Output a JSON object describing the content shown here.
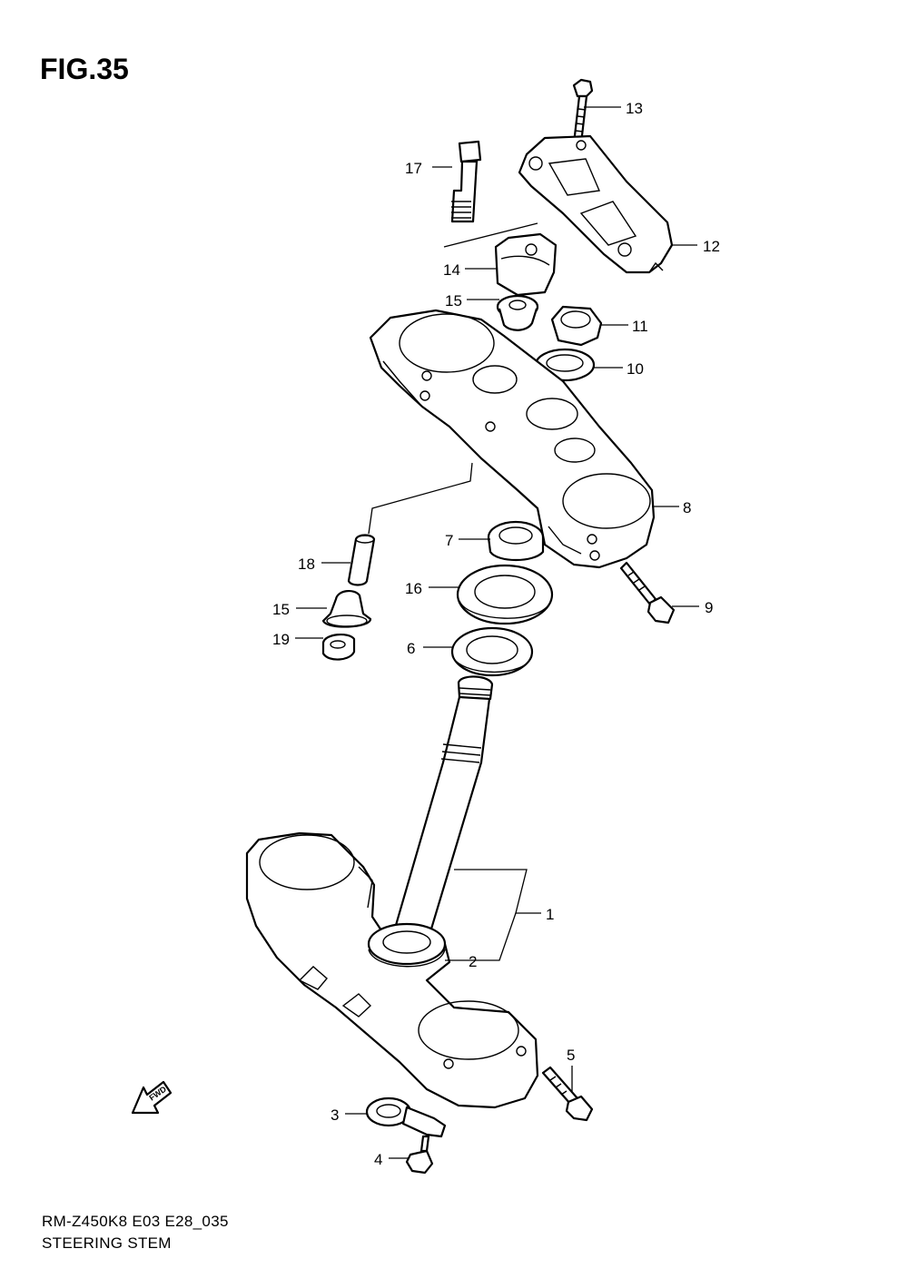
{
  "figure": {
    "title": "FIG.35",
    "model_code": "RM-Z450K8 E03 E28_035",
    "name": "STEERING STEM"
  },
  "direction_marker": {
    "label": "FWD",
    "icon": "fwd-arrow-icon"
  },
  "callouts": [
    {
      "id": "c1",
      "label": "1"
    },
    {
      "id": "c2",
      "label": "2"
    },
    {
      "id": "c3",
      "label": "3"
    },
    {
      "id": "c4",
      "label": "4"
    },
    {
      "id": "c5",
      "label": "5"
    },
    {
      "id": "c6",
      "label": "6"
    },
    {
      "id": "c7",
      "label": "7"
    },
    {
      "id": "c8",
      "label": "8"
    },
    {
      "id": "c9",
      "label": "9"
    },
    {
      "id": "c10",
      "label": "10"
    },
    {
      "id": "c11",
      "label": "11"
    },
    {
      "id": "c12",
      "label": "12"
    },
    {
      "id": "c13",
      "label": "13"
    },
    {
      "id": "c14",
      "label": "14"
    },
    {
      "id": "c15a",
      "label": "15"
    },
    {
      "id": "c15b",
      "label": "15"
    },
    {
      "id": "c16",
      "label": "16"
    },
    {
      "id": "c17",
      "label": "17"
    },
    {
      "id": "c18",
      "label": "18"
    },
    {
      "id": "c19",
      "label": "19"
    }
  ]
}
